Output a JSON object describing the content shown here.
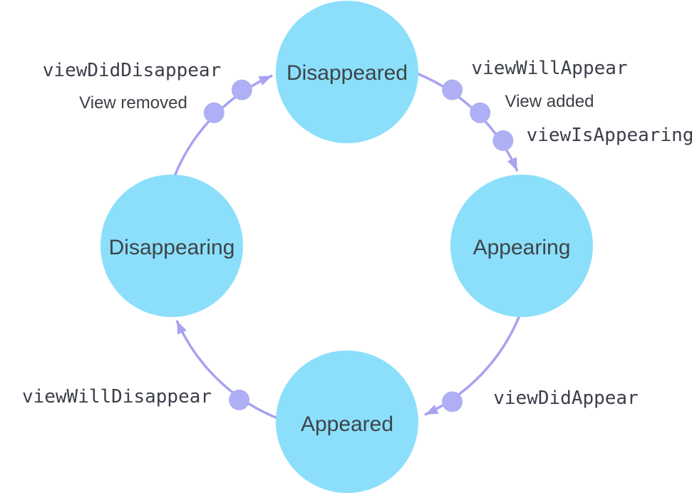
{
  "nodes": [
    {
      "id": "disappeared",
      "label": "Disappeared"
    },
    {
      "id": "appearing",
      "label": "Appearing"
    },
    {
      "id": "appeared",
      "label": "Appeared"
    },
    {
      "id": "disappearing",
      "label": "Disappearing"
    }
  ],
  "transitions": [
    {
      "from": "Disappeared",
      "to": "Appearing",
      "dots": 3,
      "labels": [
        {
          "text": "viewWillAppear",
          "style": "code"
        },
        {
          "text": "View added",
          "style": "plain"
        },
        {
          "text": "viewIsAppearing",
          "style": "code"
        }
      ]
    },
    {
      "from": "Appearing",
      "to": "Appeared",
      "dots": 1,
      "labels": [
        {
          "text": "viewDidAppear",
          "style": "code"
        }
      ]
    },
    {
      "from": "Appeared",
      "to": "Disappearing",
      "dots": 1,
      "labels": [
        {
          "text": "viewWillDisappear",
          "style": "code"
        }
      ]
    },
    {
      "from": "Disappearing",
      "to": "Disappeared",
      "dots": 2,
      "labels": [
        {
          "text": "viewDidDisappear",
          "style": "code"
        },
        {
          "text": "View removed",
          "style": "plain"
        }
      ]
    }
  ],
  "colors": {
    "background": "#FFFFFF",
    "node_fill": "#8BDFFB",
    "node_text": "#3E4349",
    "arrow": "#A8A2F0",
    "dot": "#AEAFF4",
    "code_text": "#3B3F4A",
    "plain_text": "#3C4046"
  }
}
